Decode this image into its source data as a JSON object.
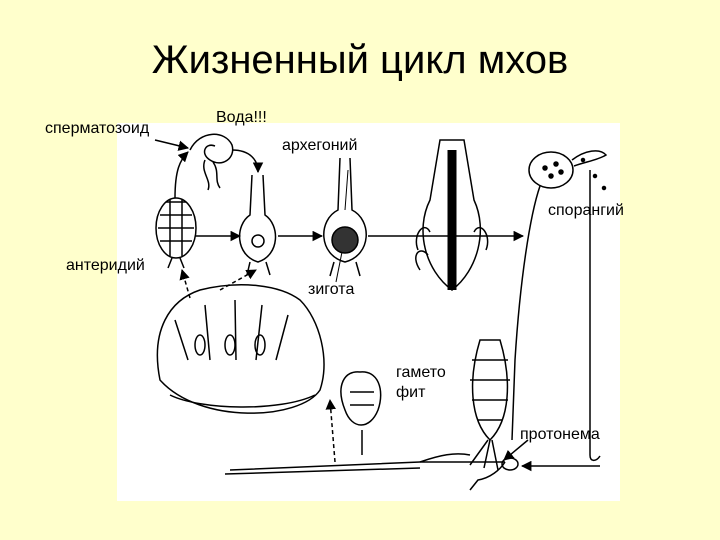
{
  "title": "Жизненный цикл мхов",
  "labels": {
    "sperm": "сперматозоид",
    "water": "Вода!!!",
    "archegonium": "архегоний",
    "sporangium": "спорангий",
    "antheridium": "антеридий",
    "zygote": "зигота",
    "gametophyte_1": "гамето",
    "gametophyte_2": "фит",
    "protonema": "протонема"
  },
  "colors": {
    "background": "#ffffcc",
    "panel": "#ffffff",
    "ink": "#000000"
  }
}
